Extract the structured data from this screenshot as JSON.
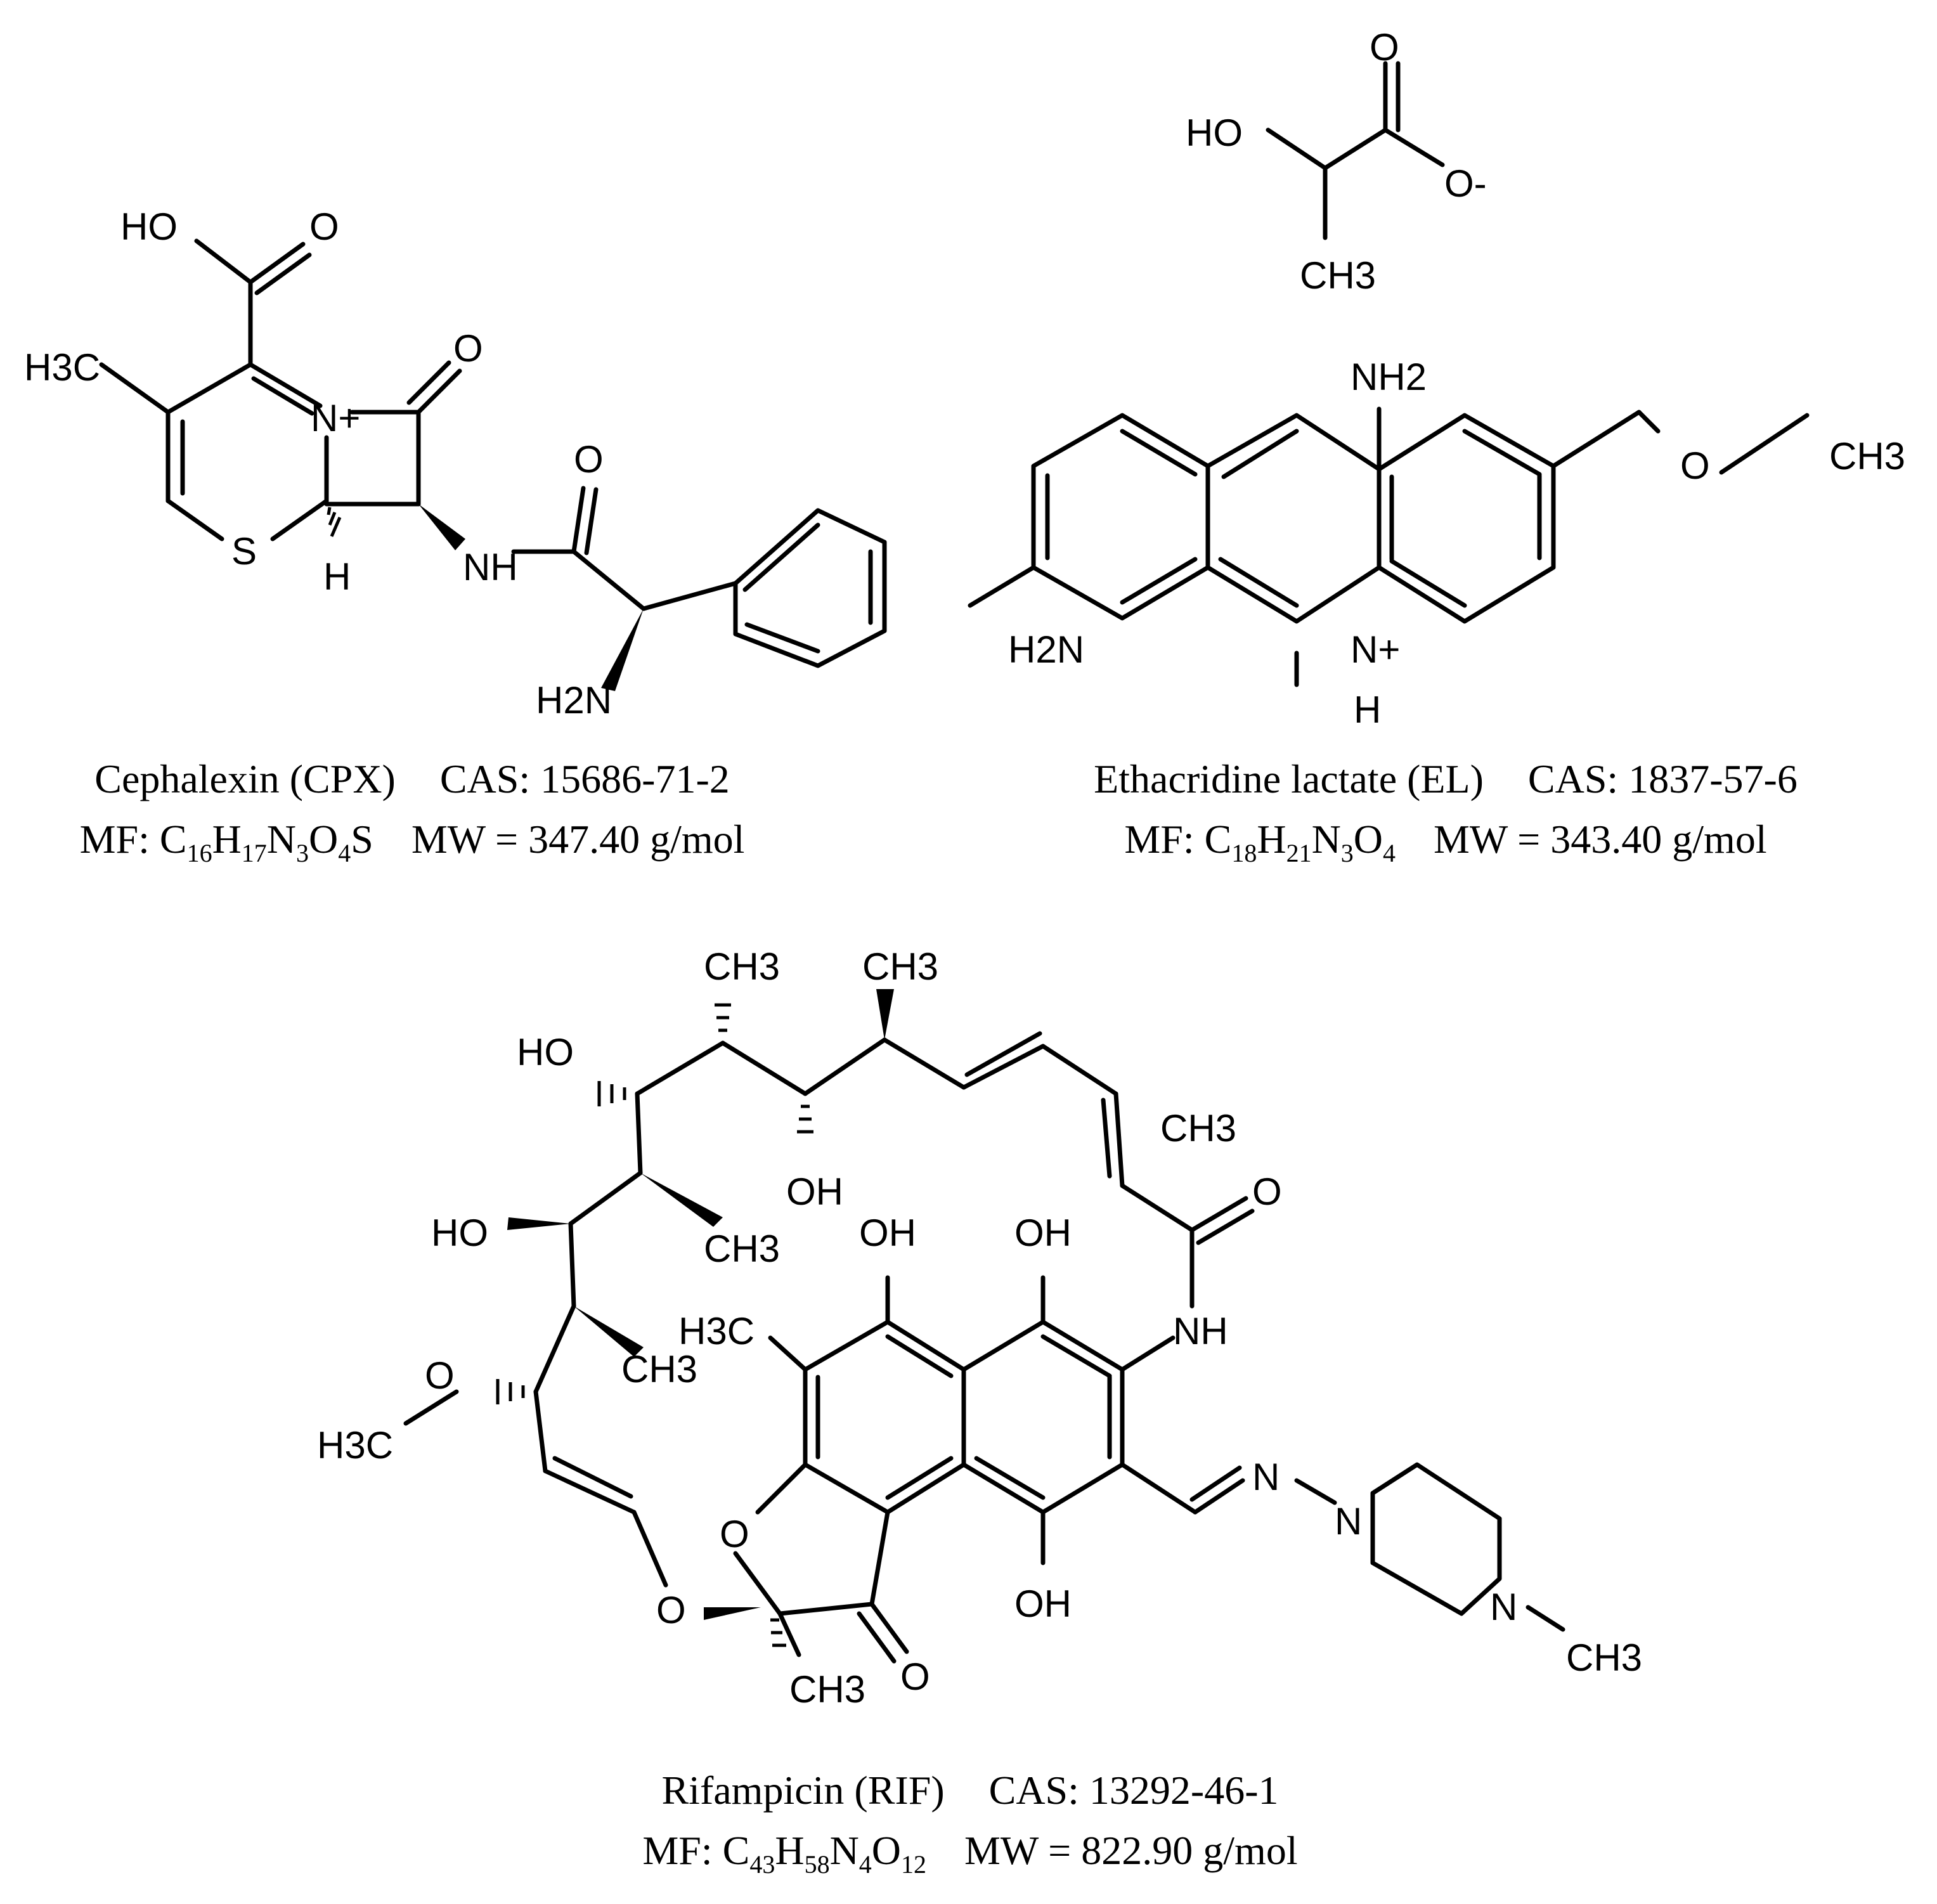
{
  "compounds": [
    {
      "name": "Cephalexin (CPX)",
      "cas": "CAS: 15686-71-2",
      "mf_label": "MF:",
      "mf": [
        [
          "C",
          "16"
        ],
        [
          "H",
          "17"
        ],
        [
          "N",
          "3"
        ],
        [
          "O",
          "4"
        ],
        [
          "S",
          ""
        ]
      ],
      "mw": "MW = 347.40 g/mol"
    },
    {
      "name": "Ethacridine lactate (EL)",
      "cas": "CAS: 1837-57-6",
      "mf_label": "MF:",
      "mf": [
        [
          "C",
          "18"
        ],
        [
          "H",
          "21"
        ],
        [
          "N",
          "3"
        ],
        [
          "O",
          "4"
        ]
      ],
      "mw": "MW = 343.40 g/mol"
    },
    {
      "name": "Rifampicin (RIF)",
      "cas": "CAS: 13292-46-1",
      "mf_label": "MF:",
      "mf": [
        [
          "C",
          "43"
        ],
        [
          "H",
          "58"
        ],
        [
          "N",
          "4"
        ],
        [
          "O",
          "12"
        ]
      ],
      "mw": "MW = 822.90 g/mol"
    }
  ],
  "atom_labels": {
    "cpx": {
      "ho": "HO",
      "o_acid": "O",
      "h3c": "H3C",
      "n_plus": "N+",
      "o_lactam": "O",
      "s": "S",
      "h": "H",
      "nh": "NH",
      "o_amide": "O",
      "h2n": "H2N"
    },
    "el": {
      "ho": "HO",
      "o": "O",
      "o_minus": "O-",
      "ch3_lactate": "CH3",
      "nh2_top": "NH2",
      "o_ether": "O",
      "ch3_ethyl": "CH3",
      "h2n": "H2N",
      "n_plus": "N+",
      "h": "H"
    },
    "rif": {
      "ch3_a": "CH3",
      "ch3_b": "CH3",
      "ho_a": "HO",
      "oh_a": "OH",
      "ch3_c": "CH3",
      "o_amide": "O",
      "ho_b": "HO",
      "ch3_d": "CH3",
      "oh_b": "OH",
      "oh_c": "OH",
      "h3c_ar": "H3C",
      "nh": "NH",
      "o_methoxy": "O",
      "ch3_e": "CH3",
      "h3c_ome": "H3C",
      "n_imine": "N",
      "n_pip1": "N",
      "o_furan": "O",
      "oh_d": "OH",
      "n_pip2": "N",
      "ch3_pip": "CH3",
      "o_ester": "O",
      "o_ketone": "O",
      "ch3_f": "CH3"
    }
  }
}
